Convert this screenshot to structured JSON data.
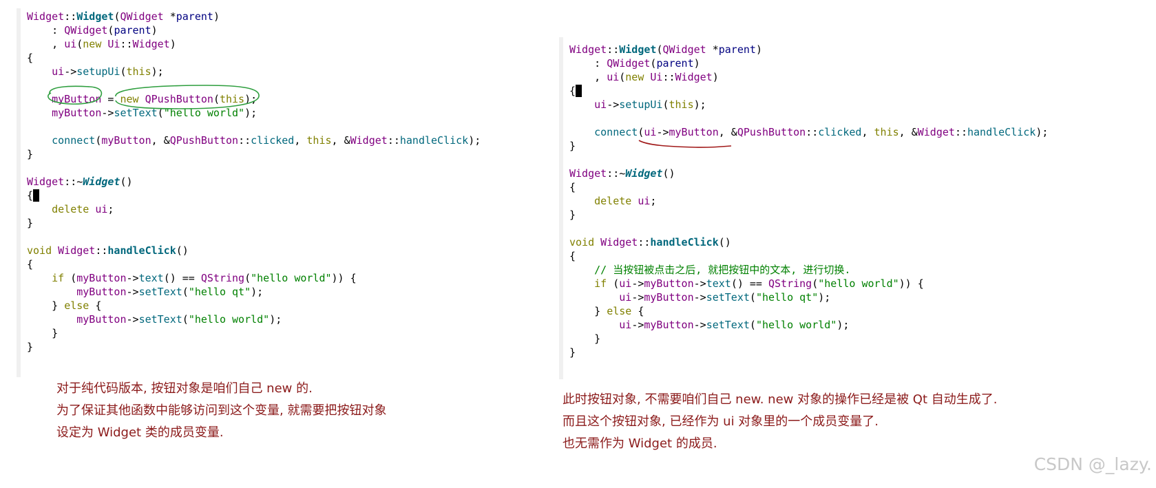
{
  "left_code": {
    "l1": {
      "a": "Widget",
      "b": "::",
      "c": "Widget",
      "d": "(",
      "e": "QWidget",
      "f": " *",
      "g": "parent",
      "h": ")"
    },
    "l2": {
      "a": "    : ",
      "b": "QWidget",
      "c": "(",
      "d": "parent",
      "e": ")"
    },
    "l3": {
      "a": "    , ",
      "b": "ui",
      "c": "(",
      "d": "new",
      "e": " ",
      "f": "Ui",
      "g": "::",
      "h": "Widget",
      "i": ")"
    },
    "l4": "{",
    "l5": {
      "a": "    ",
      "b": "ui",
      "c": "->",
      "d": "setupUi",
      "e": "(",
      "f": "this",
      "g": ");"
    },
    "l7": {
      "a": "    ",
      "b": "myButton",
      "c": " = ",
      "d": "new",
      "e": " ",
      "f": "QPushButton",
      "g": "(",
      "h": "this",
      "i": ");"
    },
    "l8": {
      "a": "    ",
      "b": "myButton",
      "c": "->",
      "d": "setText",
      "e": "(",
      "f": "\"hello world\"",
      "g": ");"
    },
    "l10": {
      "a": "    ",
      "b": "connect",
      "c": "(",
      "d": "myButton",
      "e": ", &",
      "f": "QPushButton",
      "g": "::",
      "h": "clicked",
      "i": ", ",
      "j": "this",
      "k": ", &",
      "l": "Widget",
      "m": "::",
      "n": "handleClick",
      "o": ");"
    },
    "l11": "}",
    "l13": {
      "a": "Widget",
      "b": "::~",
      "c": "Widget",
      "d": "()"
    },
    "l14": "{",
    "l15": {
      "a": "    ",
      "b": "delete",
      "c": " ",
      "d": "ui",
      "e": ";"
    },
    "l16": "}",
    "l18": {
      "a": "void",
      "b": " ",
      "c": "Widget",
      "d": "::",
      "e": "handleClick",
      "f": "()"
    },
    "l19": "{",
    "l20": {
      "a": "    ",
      "b": "if",
      "c": " (",
      "d": "myButton",
      "e": "->",
      "f": "text",
      "g": "() == ",
      "h": "QString",
      "i": "(",
      "j": "\"hello world\"",
      "k": ")) {"
    },
    "l21": {
      "a": "        ",
      "b": "myButton",
      "c": "->",
      "d": "setText",
      "e": "(",
      "f": "\"hello qt\"",
      "g": ");"
    },
    "l22": {
      "a": "    } ",
      "b": "else",
      "c": " {"
    },
    "l23": {
      "a": "        ",
      "b": "myButton",
      "c": "->",
      "d": "setText",
      "e": "(",
      "f": "\"hello world\"",
      "g": ");"
    },
    "l24": "    }",
    "l25": "}"
  },
  "right_code": {
    "l1": {
      "a": "Widget",
      "b": "::",
      "c": "Widget",
      "d": "(",
      "e": "QWidget",
      "f": " *",
      "g": "parent",
      "h": ")"
    },
    "l2": {
      "a": "    : ",
      "b": "QWidget",
      "c": "(",
      "d": "parent",
      "e": ")"
    },
    "l3": {
      "a": "    , ",
      "b": "ui",
      "c": "(",
      "d": "new",
      "e": " ",
      "f": "Ui",
      "g": "::",
      "h": "Widget",
      "i": ")"
    },
    "l4": "{",
    "l5": {
      "a": "    ",
      "b": "ui",
      "c": "->",
      "d": "setupUi",
      "e": "(",
      "f": "this",
      "g": ");"
    },
    "l7": {
      "a": "    ",
      "b": "connect",
      "c": "(",
      "d": "ui",
      "e": "->",
      "f": "myButton",
      "g": ", &",
      "h": "QPushButton",
      "i": "::",
      "j": "clicked",
      "k": ", ",
      "l": "this",
      "m": ", &",
      "n": "Widget",
      "o": "::",
      "p": "handleClick",
      "q": ");"
    },
    "l8": "}",
    "l10": {
      "a": "Widget",
      "b": "::~",
      "c": "Widget",
      "d": "()"
    },
    "l11": "{",
    "l12": {
      "a": "    ",
      "b": "delete",
      "c": " ",
      "d": "ui",
      "e": ";"
    },
    "l13": "}",
    "l15": {
      "a": "void",
      "b": " ",
      "c": "Widget",
      "d": "::",
      "e": "handleClick",
      "f": "()"
    },
    "l16": "{",
    "l17": {
      "a": "    ",
      "b": "// 当按钮被点击之后, 就把按钮中的文本, 进行切换."
    },
    "l18": {
      "a": "    ",
      "b": "if",
      "c": " (",
      "d": "ui",
      "e": "->",
      "f": "myButton",
      "g": "->",
      "h": "text",
      "i": "() == ",
      "j": "QString",
      "k": "(",
      "l": "\"hello world\"",
      "m": ")) {"
    },
    "l19": {
      "a": "        ",
      "b": "ui",
      "c": "->",
      "d": "myButton",
      "e": "->",
      "f": "setText",
      "g": "(",
      "h": "\"hello qt\"",
      "i": ");"
    },
    "l20": {
      "a": "    } ",
      "b": "else",
      "c": " {"
    },
    "l21": {
      "a": "        ",
      "b": "ui",
      "c": "->",
      "d": "myButton",
      "e": "->",
      "f": "setText",
      "g": "(",
      "h": "\"hello world\"",
      "i": ");"
    },
    "l22": "    }",
    "l23": "}"
  },
  "left_note": [
    "对于纯代码版本, 按钮对象是咱们自己 new 的.",
    "为了保证其他函数中能够访问到这个变量, 就需要把按钮对象",
    "设定为 Widget 类的成员变量."
  ],
  "right_note": [
    "此时按钮对象, 不需要咱们自己 new. new 对象的操作已经是被 Qt 自动生成了.",
    "而且这个按钮对象, 已经作为 ui 对象里的一个成员变量了.",
    "也无需作为 Widget 的成员."
  ],
  "watermark": "CSDN @_lazy.",
  "colors": {
    "class": "#800080",
    "keyword": "#808000",
    "function": "#00677c",
    "string": "#008000",
    "note": "#8b1a1a",
    "annotation_left": "#2e9e3e",
    "annotation_right": "#a01818"
  },
  "icons": [
    "text-cursor"
  ]
}
